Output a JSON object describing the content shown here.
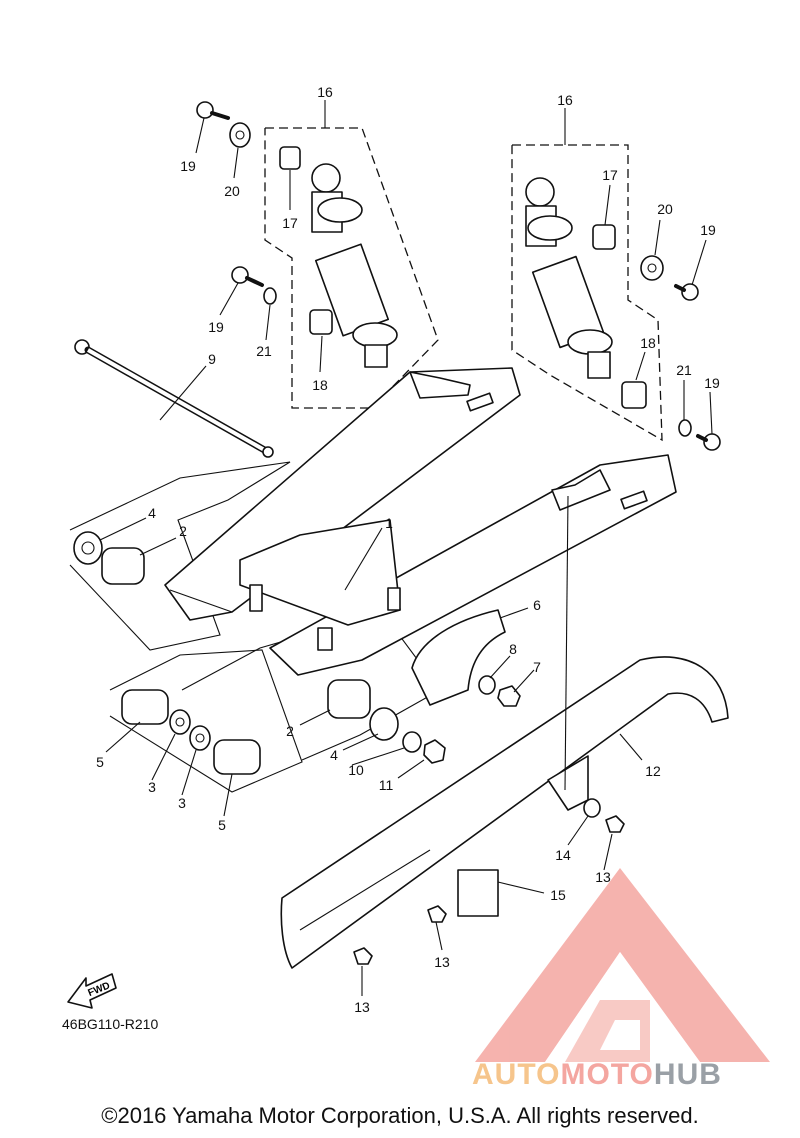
{
  "callouts": [
    "1",
    "2",
    "2",
    "3",
    "3",
    "4",
    "4",
    "5",
    "5",
    "6",
    "7",
    "8",
    "9",
    "10",
    "11",
    "12",
    "13",
    "13",
    "13",
    "14",
    "15",
    "16",
    "16",
    "17",
    "17",
    "18",
    "18",
    "19",
    "19",
    "19",
    "20",
    "20",
    "21",
    "21"
  ],
  "fwd_label": "FWD",
  "diagram_code": "46BG110-R210",
  "brand": {
    "part1": "AUTO",
    "part2": "MOTO",
    "part3": "HUB"
  },
  "copyright": "©2016 Yamaha Motor Corporation, U.S.A. All rights reserved.",
  "colors": {
    "line": "#111111",
    "logo_red": "#f4a6a0",
    "logo_orange": "#f6c58c",
    "logo_gray": "#9aa0a6"
  }
}
